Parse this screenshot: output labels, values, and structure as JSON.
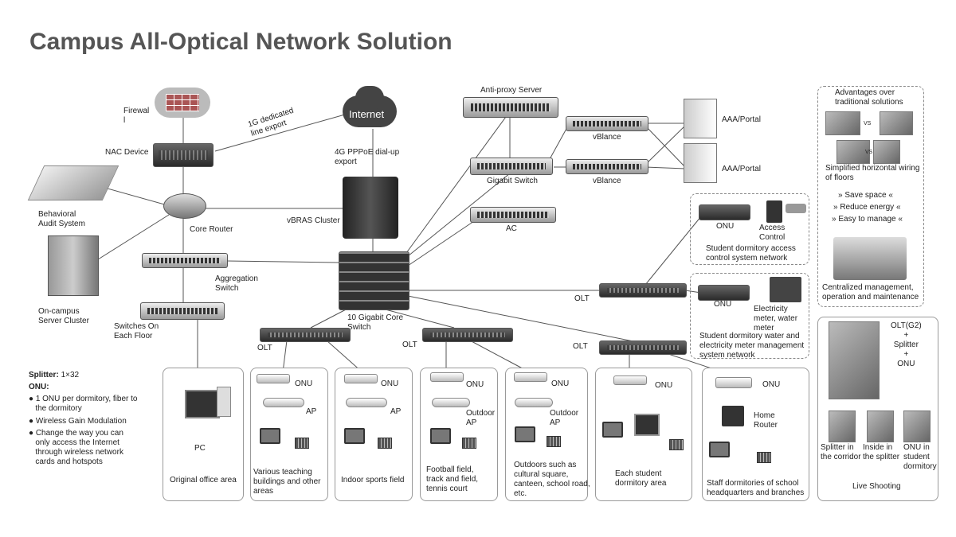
{
  "title": "Campus All-Optical Network Solution",
  "nodes": {
    "firewall": "Firewal\nl",
    "internet": "Internet",
    "line_export": "1G dedicated\nline export",
    "nac": "NAC Device",
    "pppoe": "4G PPPoE dial-up\nexport",
    "behavioral": "Behavioral\nAudit System",
    "core_router": "Core Router",
    "vbras": "vBRAS Cluster",
    "server_cluster": "On-campus\nServer Cluster",
    "aggregation": "Aggregation\nSwitch",
    "floor_switches": "Switches On\nEach Floor",
    "core_switch": "10 Gigabit Core\nSwitch",
    "anti_proxy": "Anti-proxy Server",
    "gigabit_switch": "Gigabit Switch",
    "vblance1": "vBlance",
    "vblance2": "vBlance",
    "aaa1": "AAA/Portal",
    "aaa2": "AAA/Portal",
    "ac": "AC",
    "olt_right": "OLT",
    "olt_left": "OLT",
    "olt_mid": "OLT",
    "olt_bottom": "OLT"
  },
  "access_control": {
    "onu": "ONU",
    "device": "Access\nControl",
    "caption": "Student dormitory access\ncontrol system network"
  },
  "meter": {
    "onu": "ONU",
    "device": "Electricity\nmeter, water\nmeter",
    "caption": "Student dormitory water and\nelectricity meter management\nsystem network"
  },
  "splitter": {
    "label": "Splitter:",
    "value": "1×32",
    "onu_label": "ONU:",
    "bullets": [
      "● 1 ONU per dormitory, fiber to\n   the dormitory",
      "● Wireless Gain Modulation",
      "● Change the way you can\n   only access the Internet\n   through wireless network\n   cards and hotspots"
    ]
  },
  "areas": [
    {
      "label": "Original office area",
      "device": "PC"
    },
    {
      "label": "Various teaching\nbuildings and other\nareas",
      "onu": "ONU",
      "ap": "AP"
    },
    {
      "label": "Indoor sports field",
      "onu": "ONU",
      "ap": "AP"
    },
    {
      "label": "Football field,\ntrack and field,\ntennis court",
      "onu": "ONU",
      "ap": "Outdoor\nAP"
    },
    {
      "label": "Outdoors such as\ncultural square,\ncanteen, school road,\netc.",
      "onu": "ONU",
      "ap": "Outdoor\nAP"
    },
    {
      "label": "Each student\ndormitory area",
      "onu": "ONU"
    },
    {
      "label": "Staff dormitories of school\nheadquarters and branches",
      "onu": "ONU",
      "router": "Home\nRouter"
    }
  ],
  "advantages": {
    "title": "Advantages over\ntraditional solutions",
    "wiring": "Simplified horizontal wiring\nof floors",
    "items": [
      "» Save space «",
      "» Reduce energy «",
      "» Easy to manage «"
    ],
    "centralized": "Centralized management,\noperation and maintenance",
    "vs": "VS"
  },
  "live": {
    "olt": "OLT(G2)\n+\nSplitter\n+\nONU",
    "corridor": "Splitter in\nthe corridor",
    "inside": "Inside in\nthe splitter",
    "onu_dorm": "ONU in\nstudent\ndormitory",
    "caption": "Live Shooting"
  }
}
